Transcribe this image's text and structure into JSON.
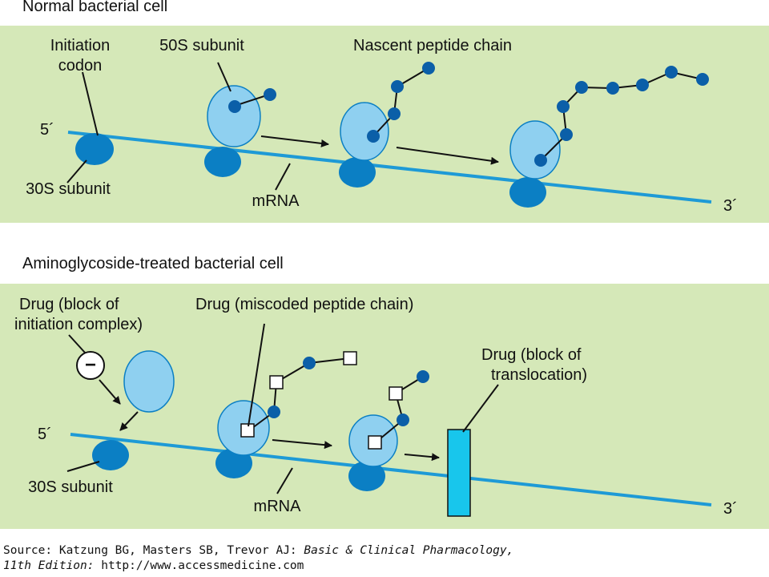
{
  "panel1": {
    "title": "Normal bacterial cell",
    "labels": {
      "initiation_codon_1": "Initiation",
      "initiation_codon_2": "codon",
      "subunit_50s": "50S subunit",
      "nascent": "Nascent peptide chain",
      "five_prime": "5´",
      "three_prime": "3´",
      "subunit_30s": "30S subunit",
      "mrna": "mRNA"
    }
  },
  "panel2": {
    "title": "Aminoglycoside-treated bacterial cell",
    "labels": {
      "drug_init_1": "Drug (block of",
      "drug_init_2": "initiation complex)",
      "drug_miscoded": "Drug (miscoded peptide chain)",
      "drug_transloc_1": "Drug (block of",
      "drug_transloc_2": "translocation)",
      "five_prime": "5´",
      "three_prime": "3´",
      "subunit_30s": "30S subunit",
      "mrna": "mRNA",
      "minus_sign": "−"
    }
  },
  "source": {
    "prefix": "Source: Katzung BG, Masters SB, Trevor AJ: ",
    "book": "Basic & Clinical Pharmacology,",
    "edition": "11th Edition:",
    "url": " http://www.accessmedicine.com"
  },
  "colors": {
    "panel_bg": "#d5e8b8",
    "mrna": "#1e9ad6",
    "subunit_30s": "#0b7fc4",
    "subunit_50s": "#8fd0f0",
    "amino_acid": "#0b5fa8",
    "drug_block": "#18c6ec"
  }
}
